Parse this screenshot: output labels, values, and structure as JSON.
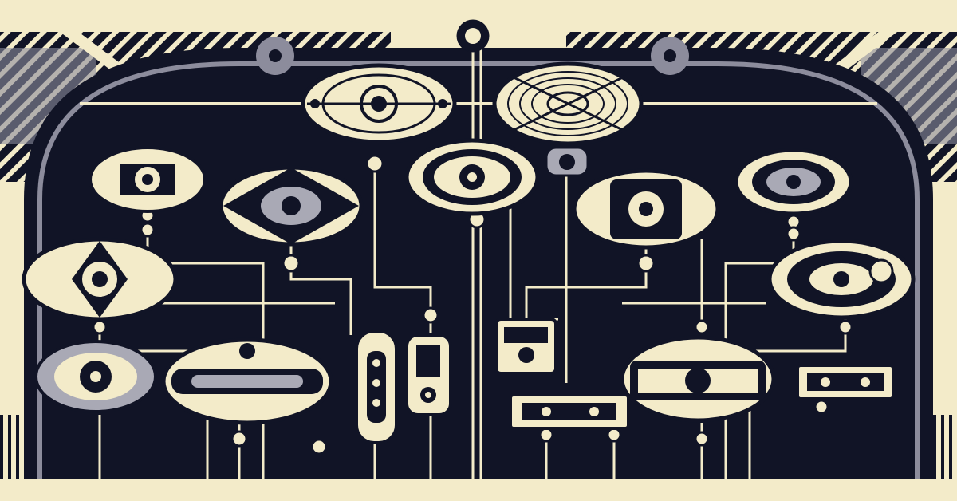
{
  "palette": {
    "cream": "#f3ebc9",
    "ink": "#111426",
    "slate": "#8c8c9c",
    "gray": "#a9a9b5"
  },
  "icons": [
    "art-deco-arch",
    "circuit-traces",
    "vinyl-record",
    "turntable-dial",
    "speaker-medallion",
    "compass-medallion",
    "cassette-tape",
    "portable-media-player",
    "remote-control",
    "radio-receiver",
    "geometric-corner-panel"
  ]
}
